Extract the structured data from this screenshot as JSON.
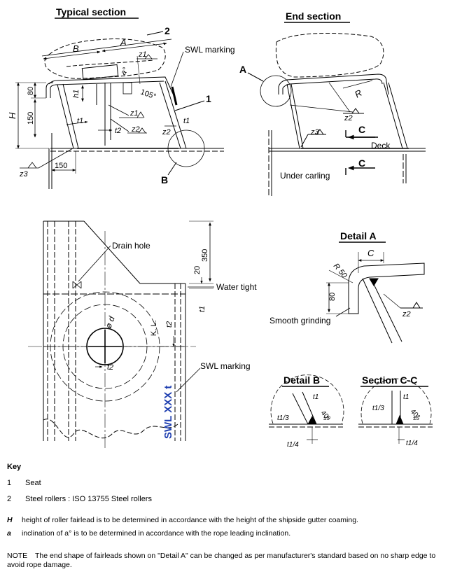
{
  "titles": {
    "typical_section": "Typical section",
    "end_section": "End section",
    "detail_a": "Detail A",
    "detail_b": "Detail B",
    "section_cc": "Section C-C"
  },
  "labels": {
    "swl_marking": "SWL marking",
    "drain_hole": "Drain hole",
    "water_tight": "Water tight",
    "deck": "Deck",
    "under_carling": "Under carling",
    "smooth_grinding": "Smooth grinding",
    "swl_plate": "SWL XXX t",
    "kl": "K. L.",
    "num_1": "1",
    "num_2": "2",
    "A": "A",
    "B": "B",
    "C": "C",
    "R": "R",
    "H": "H",
    "h1": "h1",
    "t1": "t1",
    "t2": "t2",
    "z1": "z1",
    "z2": "z2",
    "z3": "z3",
    "a_deg": "a°",
    "phi_d": "ø d",
    "r50": "R 50",
    "t1_3": "t1/3",
    "t1_4": "t1/4",
    "deg40": "40°",
    "tol": "±5",
    "d80": "80",
    "d150": "150",
    "d105": "105°",
    "d350": "350",
    "d20": "20"
  },
  "key": {
    "title": "Key",
    "items": [
      {
        "num": "1",
        "text": "Seat"
      },
      {
        "num": "2",
        "text": "Steel rollers : ISO 13755 Steel rollers"
      }
    ],
    "notes": [
      {
        "sym": "H",
        "text": "height of roller fairlead is to be determined in accordance with the height of the shipside gutter coaming."
      },
      {
        "sym": "a",
        "text": "inclination of a° is to be determined in accordance with the rope leading inclination."
      }
    ],
    "note_label": "NOTE",
    "note_text": "The end shape of fairleads shown on \"Detail A\" can be changed as per manufacturer's standard based on no sharp edge to avoid rope damage."
  },
  "colors": {
    "ink": "#000000",
    "swl_blue": "#1f3fb0"
  }
}
